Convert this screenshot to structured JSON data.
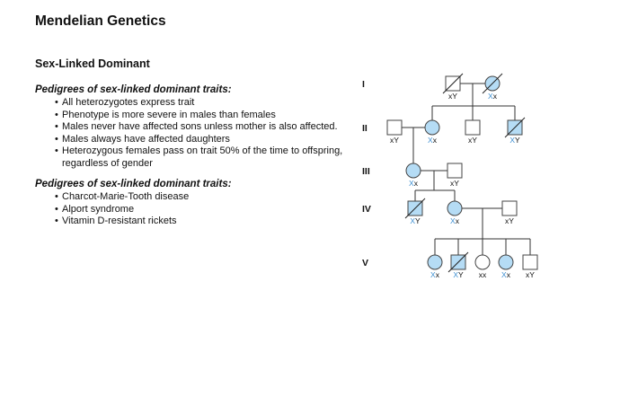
{
  "title": "Mendelian Genetics",
  "subtitle": "Sex-Linked Dominant",
  "section1": {
    "heading": "Pedigrees of sex-linked dominant traits:",
    "items": [
      "All heterozygotes express trait",
      "Phenotype is more severe in males than females",
      "Males never have affected sons unless mother is also affected.",
      "Males always have affected daughters",
      "Heterozygous females pass on trait 50% of the time to offspring, regardless of gender"
    ]
  },
  "section2": {
    "heading": "Pedigrees of sex-linked dominant traits:",
    "items": [
      "Charcot-Marie-Tooth disease",
      "Alport syndrome",
      "Vitamin D-resistant rickets"
    ]
  },
  "pedigree": {
    "colors": {
      "affected": "#b5dcf5",
      "outline": "#444444",
      "allele": "#3d8fd1"
    },
    "generations": [
      "I",
      "II",
      "III",
      "IV",
      "V"
    ],
    "individuals": [
      {
        "id": "I-1",
        "sex": "male",
        "affected": false,
        "deceased": true,
        "genotype": [
          "x",
          "Y"
        ]
      },
      {
        "id": "I-2",
        "sex": "female",
        "affected": true,
        "deceased": true,
        "genotype": [
          "X",
          "x"
        ]
      },
      {
        "id": "II-1",
        "sex": "male",
        "affected": false,
        "deceased": false,
        "genotype": [
          "x",
          "Y"
        ]
      },
      {
        "id": "II-2",
        "sex": "female",
        "affected": true,
        "deceased": false,
        "genotype": [
          "X",
          "x"
        ]
      },
      {
        "id": "II-3",
        "sex": "male",
        "affected": false,
        "deceased": false,
        "genotype": [
          "x",
          "Y"
        ]
      },
      {
        "id": "II-4",
        "sex": "male",
        "affected": true,
        "deceased": true,
        "genotype": [
          "X",
          "Y"
        ]
      },
      {
        "id": "III-1",
        "sex": "female",
        "affected": true,
        "deceased": false,
        "genotype": [
          "X",
          "x"
        ]
      },
      {
        "id": "III-2",
        "sex": "male",
        "affected": false,
        "deceased": false,
        "genotype": [
          "x",
          "Y"
        ]
      },
      {
        "id": "IV-1",
        "sex": "male",
        "affected": true,
        "deceased": true,
        "genotype": [
          "X",
          "Y"
        ]
      },
      {
        "id": "IV-2",
        "sex": "female",
        "affected": true,
        "deceased": false,
        "genotype": [
          "X",
          "x"
        ]
      },
      {
        "id": "IV-3",
        "sex": "male",
        "affected": false,
        "deceased": false,
        "genotype": [
          "x",
          "Y"
        ]
      },
      {
        "id": "V-1",
        "sex": "female",
        "affected": true,
        "deceased": false,
        "genotype": [
          "X",
          "x"
        ]
      },
      {
        "id": "V-2",
        "sex": "male",
        "affected": true,
        "deceased": true,
        "genotype": [
          "X",
          "Y"
        ]
      },
      {
        "id": "V-3",
        "sex": "female",
        "affected": false,
        "deceased": false,
        "genotype": [
          "x",
          "x"
        ]
      },
      {
        "id": "V-4",
        "sex": "female",
        "affected": true,
        "deceased": false,
        "genotype": [
          "X",
          "x"
        ]
      },
      {
        "id": "V-5",
        "sex": "male",
        "affected": false,
        "deceased": false,
        "genotype": [
          "x",
          "Y"
        ]
      }
    ]
  }
}
